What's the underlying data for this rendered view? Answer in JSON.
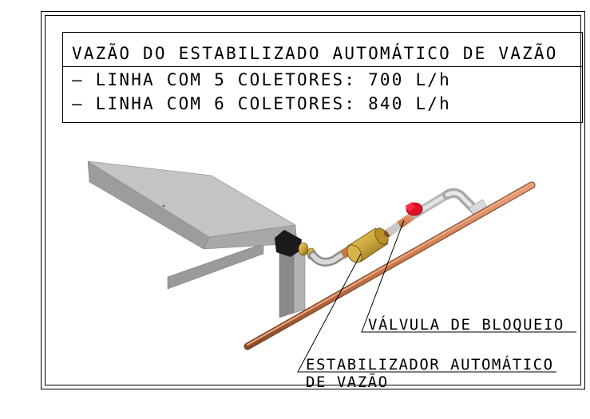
{
  "notes": {
    "title": "VAZÃO DO ESTABILIZADO AUTOMÁTICO DE VAZÃO",
    "line1": "— LINHA COM 5 COLETORES: 700 L/h",
    "line2": "— LINHA COM 6 COLETORES: 840 L/h"
  },
  "callouts": {
    "valve": "VÁLVULA DE BLOQUEIO",
    "stabilizer_line1": "ESTABILIZADOR AUTOMÁTICO",
    "stabilizer_line2": "DE VAZÃO"
  },
  "colors": {
    "copper": "#c9774a",
    "collector_gray": "#b8b8b8",
    "brass": "#c9a43a",
    "valve_red": "#e0102a",
    "insulation_black": "#1a1a1a"
  }
}
